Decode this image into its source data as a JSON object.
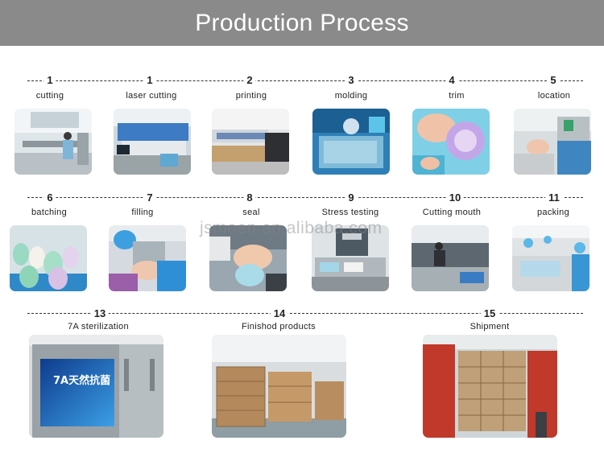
{
  "header": {
    "title": "Production Process"
  },
  "watermark": "jsmoen.en.alibaba.com",
  "row1": [
    {
      "num": "1",
      "label": "cutting"
    },
    {
      "num": "1",
      "label": "laser cutting"
    },
    {
      "num": "2",
      "label": "printing"
    },
    {
      "num": "3",
      "label": "molding"
    },
    {
      "num": "4",
      "label": "trim"
    },
    {
      "num": "5",
      "label": "location"
    }
  ],
  "row2": [
    {
      "num": "6",
      "label": "batching"
    },
    {
      "num": "7",
      "label": "filling"
    },
    {
      "num": "8",
      "label": "seal"
    },
    {
      "num": "9",
      "label": "Stress testing"
    },
    {
      "num": "10",
      "label": "Cutting mouth"
    },
    {
      "num": "11",
      "label": "packing"
    }
  ],
  "row3": [
    {
      "num": "13",
      "label": "7A sterilization"
    },
    {
      "num": "14",
      "label": "Finishod products"
    },
    {
      "num": "15",
      "label": "Shipment"
    }
  ],
  "sterilization_sign": "7A天然抗菌"
}
